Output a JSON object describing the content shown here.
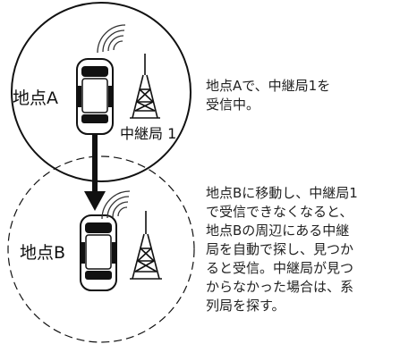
{
  "diagram": {
    "point_a_label": "地点A",
    "point_b_label": "地点B",
    "relay_station_label": "中継局 1"
  },
  "descriptions": {
    "point_a": [
      "地点Aで、中継局1を",
      "受信中。"
    ],
    "point_b": [
      "地点Bに移動し、中継局1",
      "で受信できなくなると、",
      "地点Bの周辺にある中継",
      "局を自動で探し、見つか",
      "ると受信。中継局が見つ",
      "からなかった場合は、系",
      "列局を探す。"
    ]
  }
}
